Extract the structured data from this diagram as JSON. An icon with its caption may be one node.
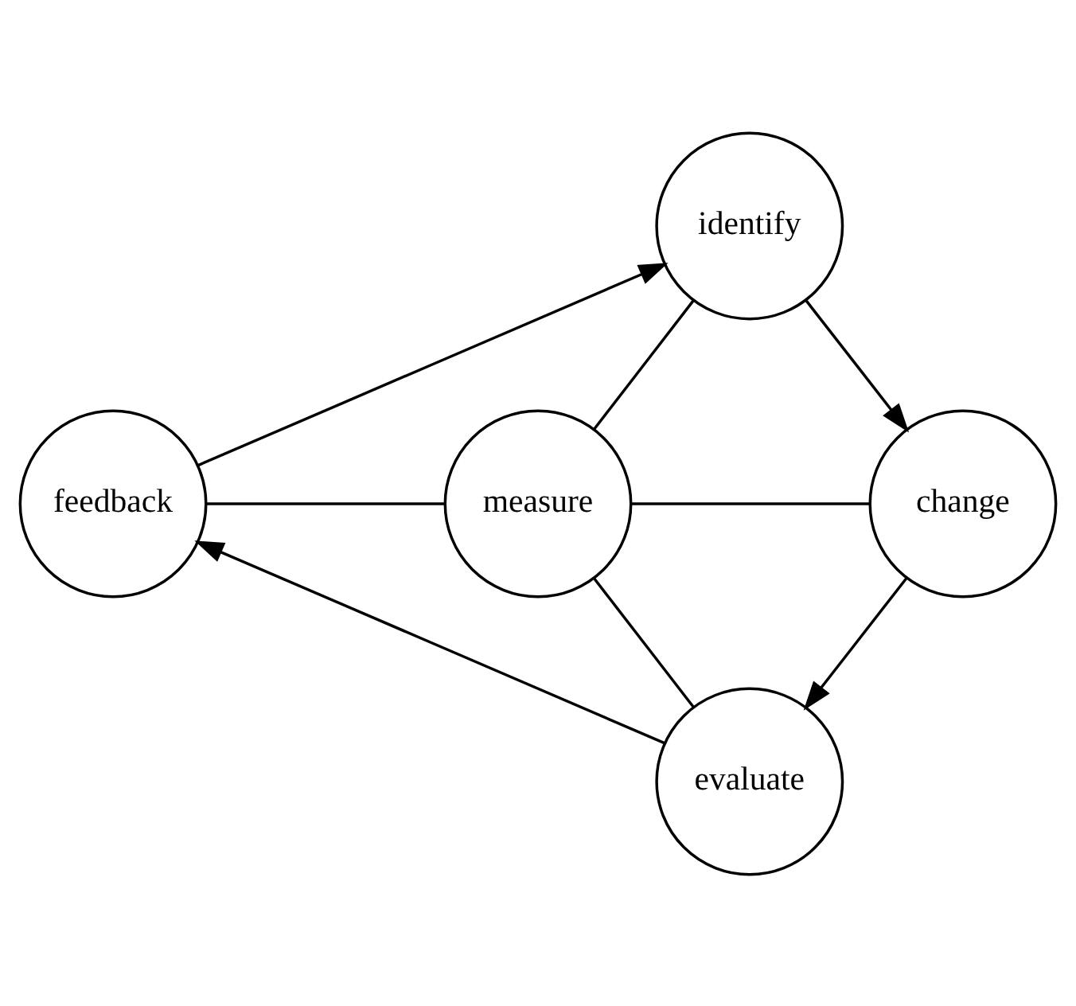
{
  "diagram": {
    "nodes": [
      {
        "text": [
          "identify"
        ]
      },
      {
        "text": [
          "feedback"
        ]
      },
      {
        "text": [
          "measure"
        ]
      },
      {
        "text": [
          "change"
        ]
      },
      {
        "text": [
          "evaluate"
        ]
      }
    ],
    "edges": [
      {
        "from": 0,
        "to": 3,
        "arrow": "to"
      },
      {
        "from": 3,
        "to": 4,
        "arrow": "to"
      },
      {
        "from": 4,
        "to": 1,
        "arrow": "to"
      },
      {
        "from": 1,
        "to": 0,
        "arrow": "to"
      },
      {
        "from": 0,
        "to": 2,
        "arrow": "none"
      },
      {
        "from": 1,
        "to": 2,
        "arrow": "none"
      },
      {
        "from": 2,
        "to": 3,
        "arrow": "none"
      },
      {
        "from": 2,
        "to": 4,
        "arrow": "none"
      }
    ]
  }
}
